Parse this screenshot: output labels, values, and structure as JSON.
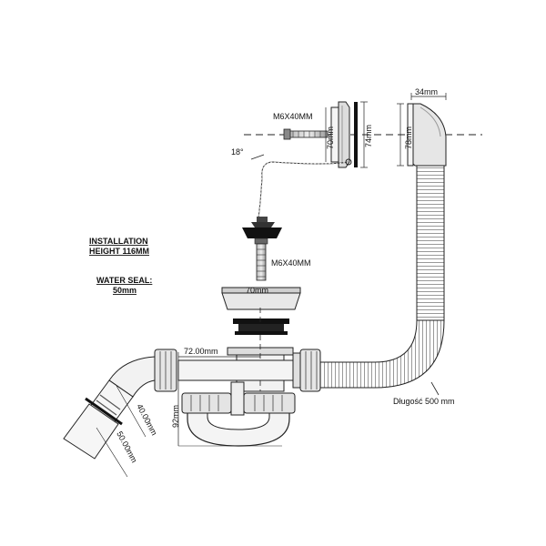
{
  "notes": {
    "install_line1": "INSTALLATION",
    "install_line2": "HEIGHT 116MM",
    "seal_line1": "WATER SEAL:",
    "seal_line2": "50mm"
  },
  "dimensions": {
    "screw_top": "M6X40MM",
    "screw_mid": "M6X40MM",
    "overflow_plate_h": "70mm",
    "gasket_h": "74mm",
    "cover_h": "78mm",
    "cover_depth": "34mm",
    "angle": "18°",
    "waste_dia": "70mm",
    "trap_offset": "72.00mm",
    "trap_height": "92mm",
    "outlet_inner": "40.00mm",
    "outlet_outer": "50.00mm",
    "hose_length": "Długość 500 mm"
  }
}
